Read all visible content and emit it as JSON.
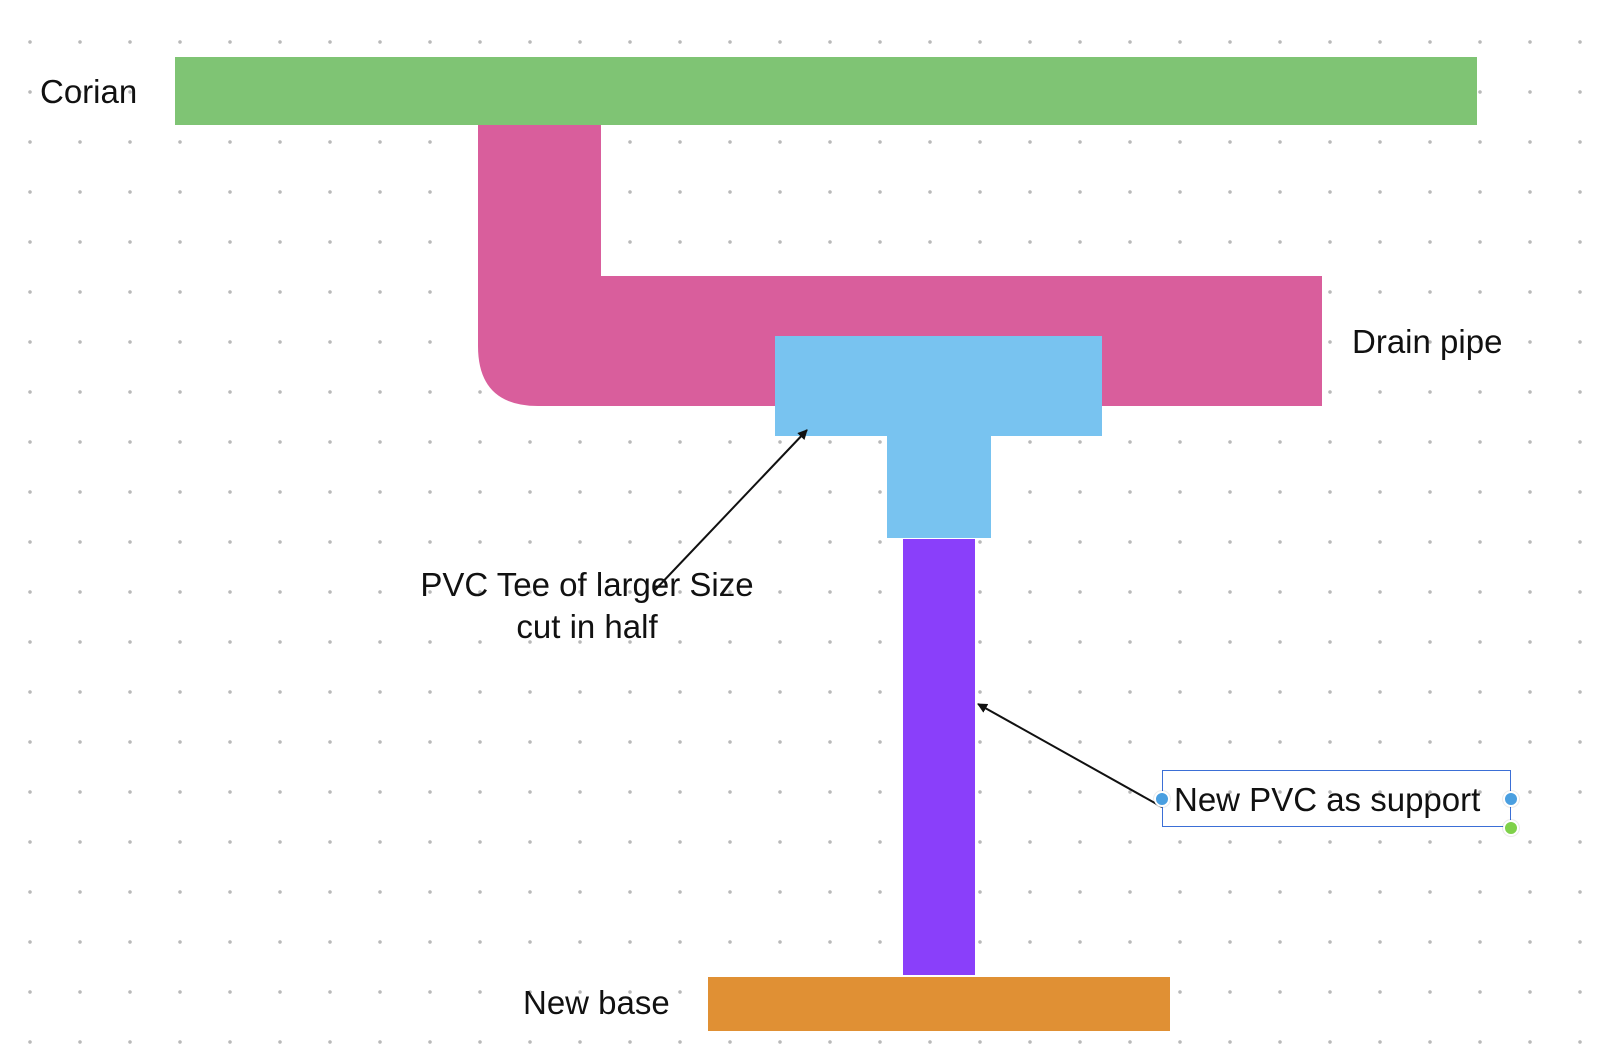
{
  "labels": {
    "corian": "Corian",
    "drain_pipe": "Drain pipe",
    "pvc_tee_line1": "PVC Tee of larger Size",
    "pvc_tee_line2": "cut in half",
    "new_pvc_support": "New PVC as support",
    "new_base": "New base"
  },
  "colors": {
    "corian": "#7fc474",
    "drain_pipe": "#d95e9c",
    "pvc_tee": "#78c3f0",
    "support_pipe": "#8a3ffa",
    "base": "#e09034",
    "selection": "#3b6fd6",
    "handle_blue": "#4a9fe0",
    "handle_green": "#7fd14a"
  }
}
